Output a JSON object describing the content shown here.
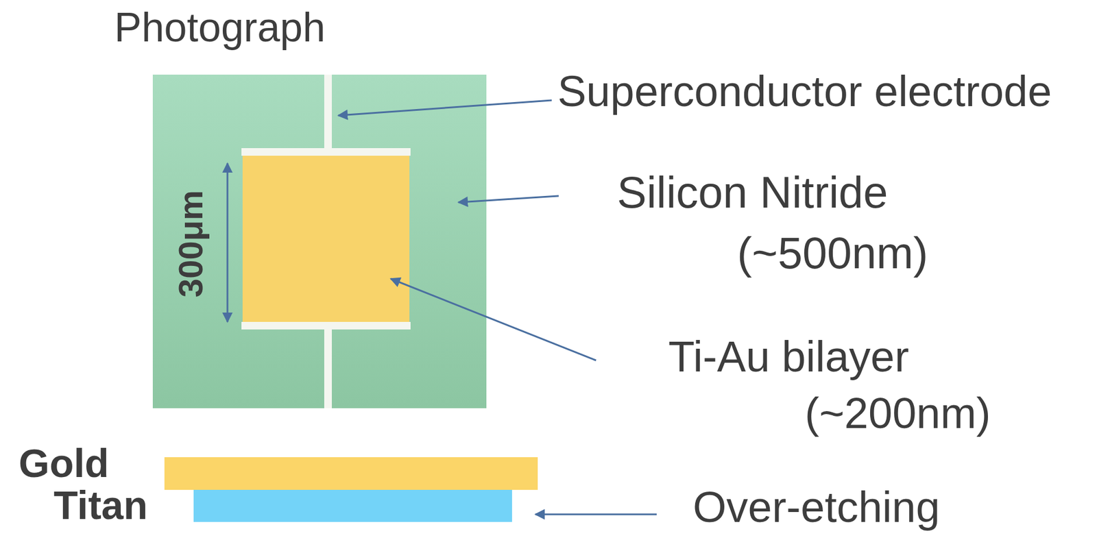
{
  "diagram": {
    "labels": [
      "Photograph",
      "Superconductor electrode",
      "300μm",
      "Silicon Nitride",
      "(~500nm)",
      "Ti-Au bilayer",
      "(~200nm)",
      "Gold",
      "Titan",
      "Over-etching"
    ]
  }
}
